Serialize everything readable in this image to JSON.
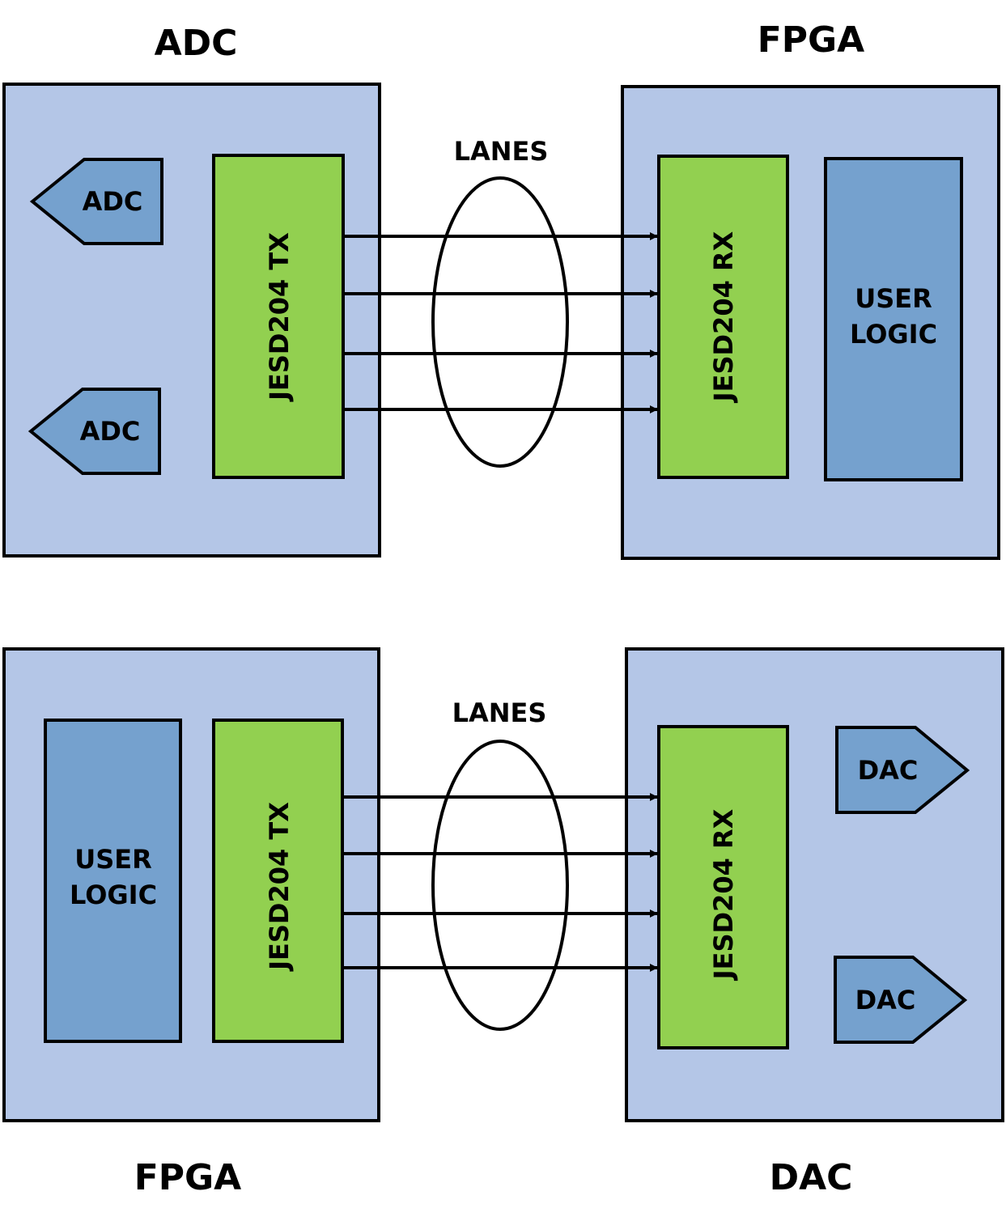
{
  "colors": {
    "container": "#B4C6E7",
    "jesd_block": "#92D050",
    "logic_block": "#75A1CE",
    "stroke": "#000000"
  },
  "top": {
    "left_title": "ADC",
    "right_title": "FPGA",
    "lanes_label": "LANES",
    "converters": [
      "ADC",
      "ADC"
    ],
    "tx_label": "JESD204 TX",
    "rx_label": "JESD204 RX",
    "logic_label_line1": "USER",
    "logic_label_line2": "LOGIC",
    "lane_count": 4
  },
  "bottom": {
    "left_title": "FPGA",
    "right_title": "DAC",
    "lanes_label": "LANES",
    "converters": [
      "DAC",
      "DAC"
    ],
    "tx_label": "JESD204 TX",
    "rx_label": "JESD204 RX",
    "logic_label_line1": "USER",
    "logic_label_line2": "LOGIC",
    "lane_count": 4
  }
}
